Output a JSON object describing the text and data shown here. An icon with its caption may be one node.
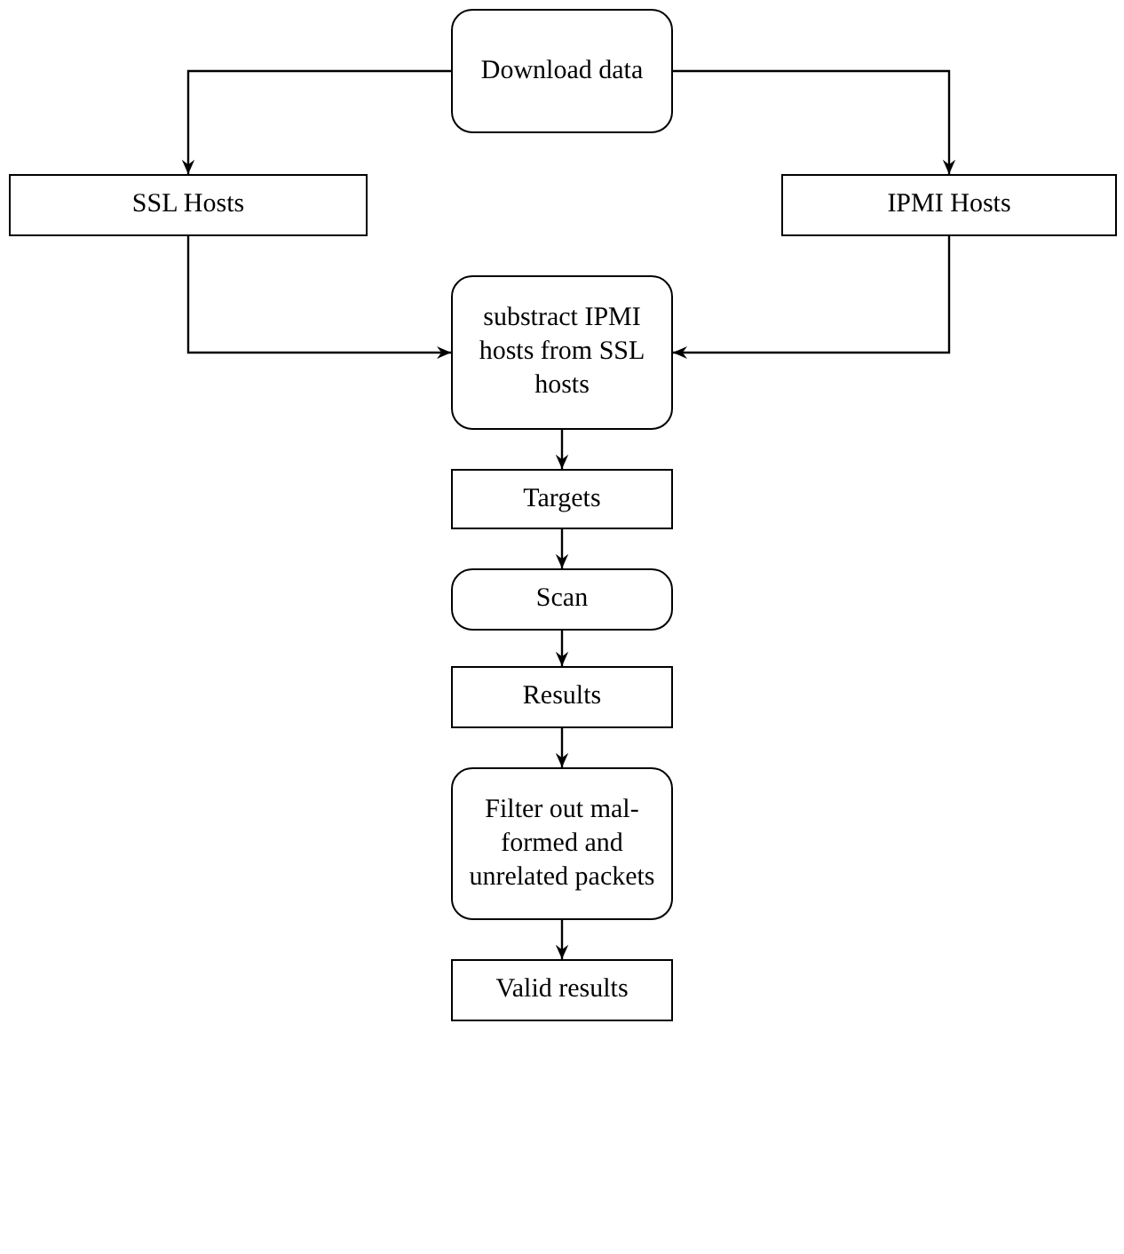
{
  "diagram": {
    "nodes": [
      {
        "text": [
          "Download data"
        ]
      },
      {
        "text": [
          "SSL Hosts"
        ]
      },
      {
        "text": [
          "IPMI Hosts"
        ]
      },
      {
        "text": [
          "substract IPMI hosts from SSL hosts"
        ]
      },
      {
        "text": [
          "Targets"
        ]
      },
      {
        "text": [
          "Scan"
        ]
      },
      {
        "text": [
          "Results"
        ]
      },
      {
        "text": [
          "Filter out mal- formed and unrelated packets"
        ]
      },
      {
        "text": [
          "Valid results"
        ]
      }
    ],
    "edges": [
      {
        "from": 0,
        "to": 1,
        "arrow": "to"
      },
      {
        "from": 0,
        "to": 2,
        "arrow": "to"
      },
      {
        "from": 1,
        "to": 3,
        "arrow": "to"
      },
      {
        "from": 2,
        "to": 3,
        "arrow": "to"
      },
      {
        "from": 3,
        "to": 4,
        "arrow": "to"
      },
      {
        "from": 4,
        "to": 5,
        "arrow": "to"
      },
      {
        "from": 5,
        "to": 6,
        "arrow": "to"
      },
      {
        "from": 6,
        "to": 7,
        "arrow": "to"
      },
      {
        "from": 7,
        "to": 8,
        "arrow": "to"
      }
    ]
  }
}
